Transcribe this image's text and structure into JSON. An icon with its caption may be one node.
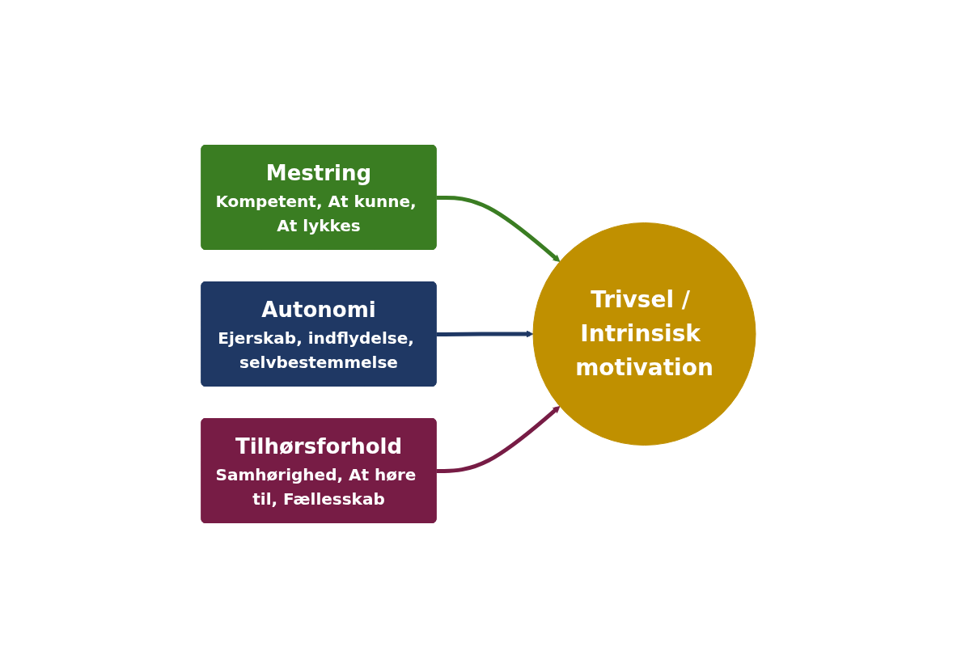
{
  "diagram": {
    "nodes": [
      {
        "text": [
          "Mestring",
          "Kompetent, At kunne, At lykkes"
        ]
      },
      {
        "text": [
          "Autonomi",
          "Ejerskab, indflydelse, selvbestemmelse"
        ]
      },
      {
        "text": [
          "Tilhørsforhold",
          "Samhørighed, At høre til, Fællesskab"
        ]
      },
      {
        "text": [
          "Trivsel / Intrinsisk motivation"
        ]
      }
    ],
    "edges": [
      {
        "from": 0,
        "to": 3,
        "arrow": "to",
        "color": "#3a7d22"
      },
      {
        "from": 1,
        "to": 3,
        "arrow": "to",
        "color": "#1f3864"
      },
      {
        "from": 2,
        "to": 3,
        "arrow": "to",
        "color": "#771c45"
      }
    ]
  }
}
